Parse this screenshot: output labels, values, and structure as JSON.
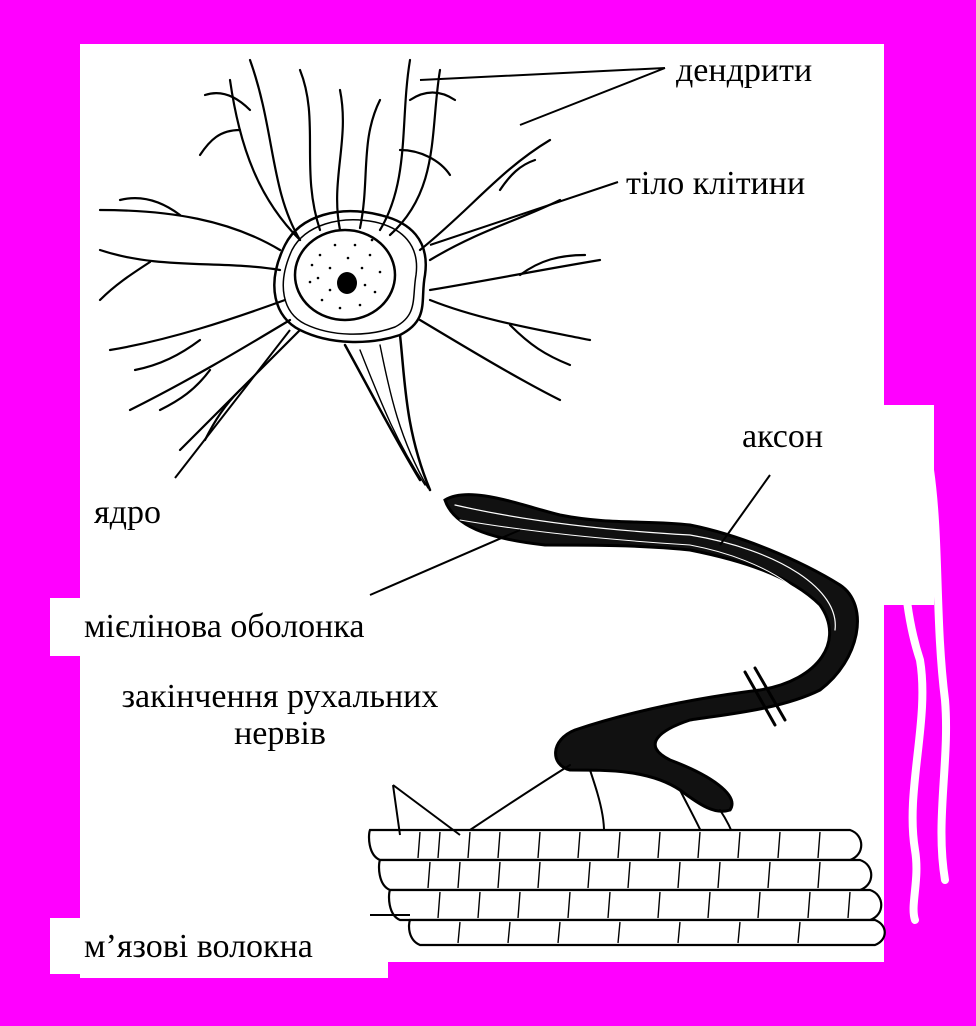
{
  "labels": {
    "dendrites": "дендрити",
    "cell_body": "тіло клітини",
    "axon": "аксон",
    "nucleus": "ядро",
    "myelin_sheath": "мієлінова оболонка",
    "motor_nerve_endings_line1": "закінчення рухальних",
    "motor_nerve_endings_line2": "нервів",
    "muscle_fibers": "м’язові волокна"
  },
  "colors": {
    "background": "#ff00ff",
    "panel": "#ffffff",
    "ink": "#000000"
  }
}
